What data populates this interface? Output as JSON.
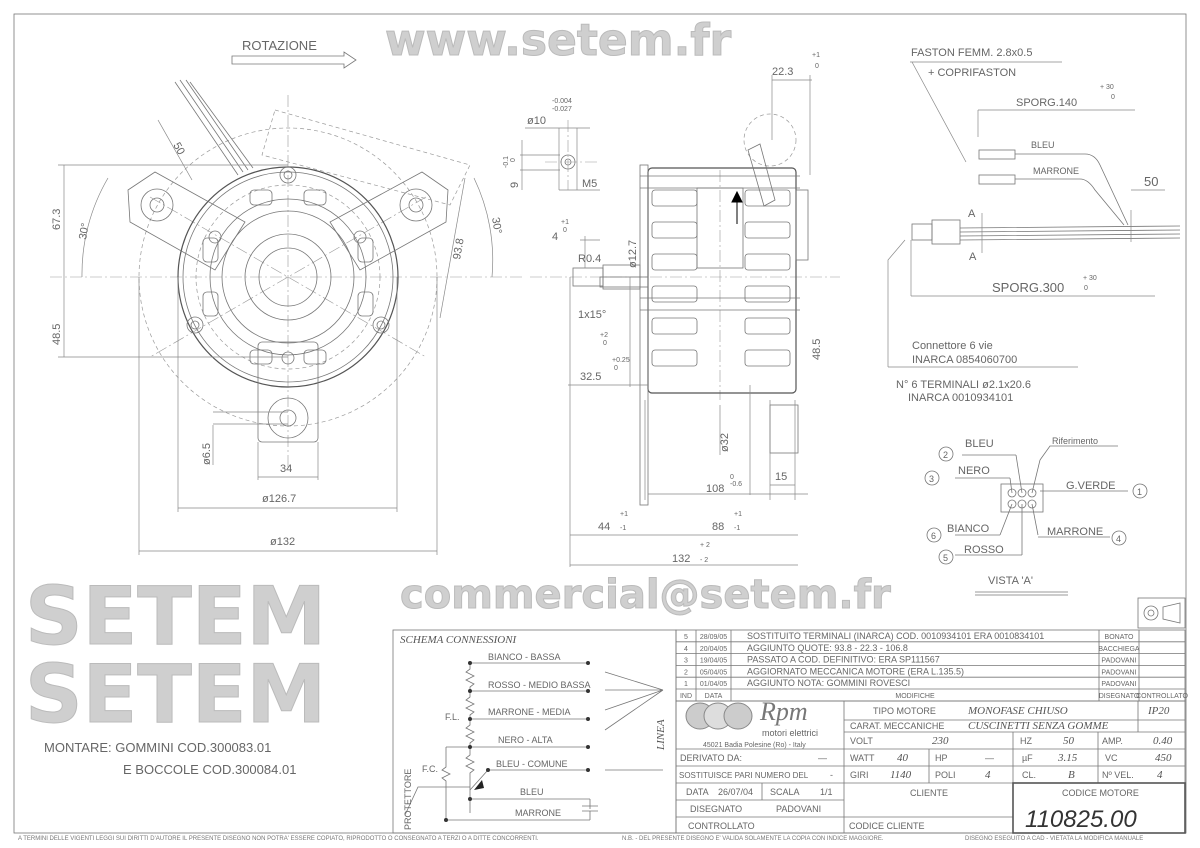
{
  "front_view": {
    "rotation_label": "ROTAZIONE",
    "dim_wire": "50",
    "dim_top": "67.3",
    "dim_bottom": "48.5",
    "angle_left": "30°",
    "angle_right": "30°",
    "dim_lug": "93.8",
    "dim_hole": "ø6.5",
    "dim_tab": "34",
    "dim_body": "ø126.7",
    "dim_outer": "ø132"
  },
  "shaft_detail": {
    "diameter": "ø10",
    "tol_upper": "-0.004",
    "tol_lower": "-0.027",
    "flat": "9",
    "flat_tol": "-0.1",
    "flat_tol0": "0",
    "thread": "M5"
  },
  "side_view": {
    "dim_terminal": "22.3",
    "dim_terminal_tol_plus": "+1",
    "dim_terminal_tol_zero": "0",
    "dim_shoulder": "4",
    "dim_shoulder_tol_plus": "+1",
    "dim_shoulder_tol_zero": "0",
    "radius": "R0.4",
    "shaft_diameter": "ø12.7",
    "chamfer": "1x15°",
    "tol_2": "+2",
    "tol_2_zero": "0",
    "tol_025": "+0.25",
    "tol_025_zero": "0",
    "dim_shaft": "32.5",
    "dim_height": "48.5",
    "dim_hub": "ø32",
    "dim_hub_len": "15",
    "dim_body": "108",
    "dim_body_tol": "-0.6",
    "dim_body_tol_zero": "0",
    "dim_44": "44",
    "dim_44_tol_plus": "+1",
    "dim_44_tol_minus": "-1",
    "dim_88": "88",
    "dim_88_tol_plus": "+1",
    "dim_88_tol_minus": "-1",
    "dim_132": "132",
    "dim_132_tol_plus": "+ 2",
    "dim_132_tol_minus": "- 2"
  },
  "wiring": {
    "faston_line1": "FASTON FEMM. 2.8x0.5",
    "faston_line2": "+ COPRIFASTON",
    "sporg_140": "SPORG.140",
    "sporg_140_tol_plus": "+ 30",
    "sporg_140_tol_zero": "0",
    "wire_bleu": "BLEU",
    "wire_marrone": "MARRONE",
    "dim_50": "50",
    "section_a_top": "A",
    "section_a_bottom": "A",
    "sporg_300": "SPORG.300",
    "sporg_300_tol_plus": "+ 30",
    "sporg_300_tol_zero": "0",
    "connector_line1": "Connettore 6 vie",
    "connector_line2": "INARCA 0854060700",
    "terminals_line1": "N° 6 TERMINALI ø2.1x20.6",
    "terminals_line2": "INARCA 0010934101"
  },
  "vista_a": {
    "title": "VISTA 'A'",
    "reference": "Riferimento",
    "pins": [
      {
        "num": "1",
        "color": "G.VERDE"
      },
      {
        "num": "2",
        "color": "BLEU"
      },
      {
        "num": "3",
        "color": "NERO"
      },
      {
        "num": "4",
        "color": "MARRONE"
      },
      {
        "num": "5",
        "color": "ROSSO"
      },
      {
        "num": "6",
        "color": "BIANCO"
      }
    ]
  },
  "mounting_note": {
    "line1": "MONTARE: GOMMINI COD.300083.01",
    "line2": "E BOCCOLE COD.300084.01"
  },
  "schema": {
    "title": "SCHEMA CONNESSIONI",
    "lines": [
      "BIANCO - BASSA",
      "ROSSO - MEDIO BASSA",
      "MARRONE - MEDIA",
      "NERO - ALTA",
      "BLEU - COMUNE",
      "BLEU",
      "MARRONE"
    ],
    "fl": "F.L.",
    "fc": "F.C.",
    "protector": "PROTETTORE",
    "line_label": "LINEA"
  },
  "revisions": {
    "rows": [
      {
        "ind": "5",
        "date": "28/09/05",
        "text": "SOSTITUITO TERMINALI (INARCA) COD. 0010934101 ERA 0010834101",
        "drawn": "BONATO",
        "checked": ""
      },
      {
        "ind": "4",
        "date": "20/04/05",
        "text": "AGGIUNTO QUOTE: 93.8 - 22.3 - 106.8",
        "drawn": "BACCHIEGA",
        "checked": ""
      },
      {
        "ind": "3",
        "date": "19/04/05",
        "text": "PASSATO A COD. DEFINITIVO: ERA SP111567",
        "drawn": "PADOVANI",
        "checked": ""
      },
      {
        "ind": "2",
        "date": "05/04/05",
        "text": "AGGIORNATO MECCANICA MOTORE (ERA L.135.5)",
        "drawn": "PADOVANI",
        "checked": ""
      },
      {
        "ind": "1",
        "date": "01/04/05",
        "text": "AGGIUNTO NOTA: GOMMINI ROVESCI",
        "drawn": "PADOVANI",
        "checked": ""
      }
    ],
    "headers": {
      "ind": "IND",
      "date": "DATA",
      "text": "MODIFICHE",
      "drawn": "DISEGNATO",
      "checked": "CONTROLLATO"
    }
  },
  "title_block": {
    "logo_text": "Rpm",
    "logo_sub": "motori elettrici",
    "logo_address": "45021 Badia Polesine (Ro) - Italy",
    "tipo_label": "TIPO MOTORE",
    "tipo_value": "MONOFASE CHIUSO",
    "ip": "IP20",
    "carat_label": "CARAT. MECCANICHE",
    "carat_value": "CUSCINETTI  SENZA GOMME",
    "volt_label": "VOLT",
    "volt_value": "230",
    "hz_label": "HZ",
    "hz_value": "50",
    "amp_label": "AMP.",
    "amp_value": "0.40",
    "watt_label": "WATT",
    "watt_value": "40",
    "hp_label": "HP",
    "hp_value": "—",
    "uf_label": "µF",
    "uf_value": "3.15",
    "vc_label": "VC",
    "vc_value": "450",
    "giri_label": "GIRI",
    "giri_value": "1140",
    "poli_label": "POLI",
    "poli_value": "4",
    "cl_label": "CL.",
    "cl_value": "B",
    "vel_label": "Nº VEL.",
    "vel_value": "4",
    "derivato_label": "DERIVATO DA:",
    "derivato_value": "—",
    "sostituisce_label": "SOSTITUISCE PARI NUMERO DEL",
    "sostituisce_value": "-",
    "data_label": "DATA",
    "data_value": "26/07/04",
    "scala_label": "SCALA",
    "scala_value": "1/1",
    "disegnato_label": "DISEGNATO",
    "disegnato_value": "PADOVANI",
    "controllato_label": "CONTROLLATO",
    "cliente_label": "CLIENTE",
    "codice_cliente_label": "CODICE CLIENTE",
    "codice_motore_label": "CODICE MOTORE",
    "codice_motore_value": "110825.00"
  },
  "footer": {
    "copyright": "A TERMINI DELLE VIGENTI LEGGI SUI DIRITTI D'AUTORE IL PRESENTE DISEGNO NON POTRA' ESSERE COPIATO, RIPRODOTTO O CONSEGNATO A TERZI O A DITTE CONCORRENTI.",
    "nb": "N.B. - DEL PRESENTE DISEGNO E' VALIDA SOLAMENTE LA COPIA CON INDICE MAGGIORE.",
    "cad": "DISEGNO ESEGUITO A CAD - VIETATA LA MODIFICA MANUALE"
  },
  "watermark": {
    "site": "www.setem.fr",
    "brand": "SETEM SETEM",
    "email": "commercial@setem.fr"
  }
}
